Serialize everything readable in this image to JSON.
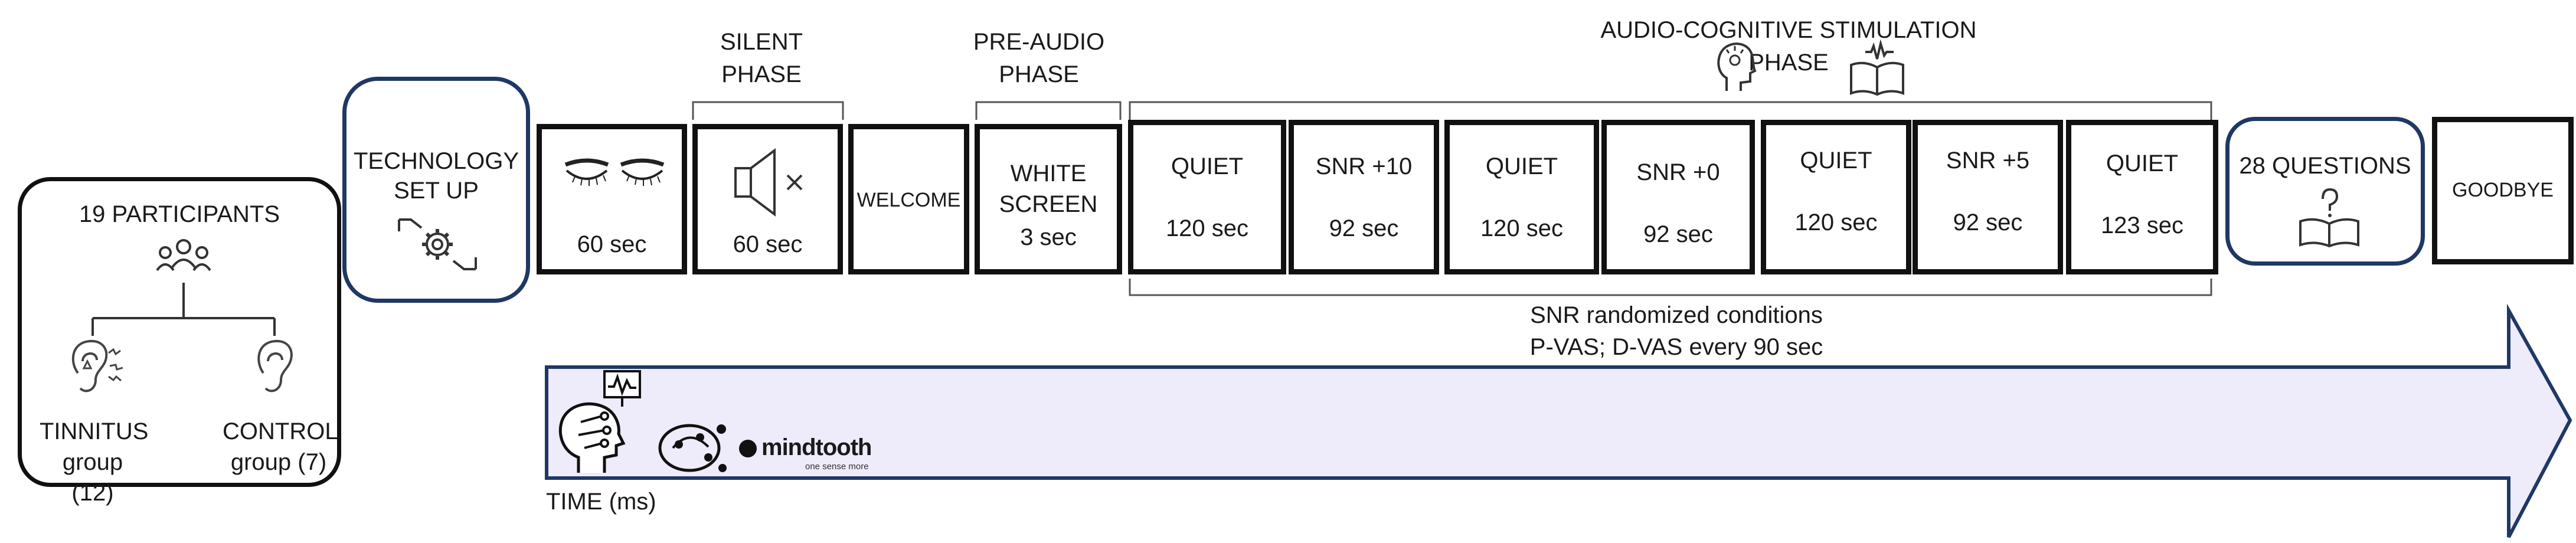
{
  "participants": {
    "title": "19 PARTICIPANTS",
    "tinnitus_label": "TINNITUS",
    "tinnitus_group": "group (12)",
    "control_label": "CONTROL",
    "control_group": "group (7)"
  },
  "setup": {
    "label_line1": "TECHNOLOGY",
    "label_line2": "SET UP"
  },
  "phases": {
    "silent_line1": "SILENT",
    "silent_line2": "PHASE",
    "pre_audio_line1": "PRE-AUDIO",
    "pre_audio_line2": "PHASE",
    "stimulation_line1": "AUDIO-COGNITIVE STIMULATION",
    "stimulation_line2": "PHASE"
  },
  "steps": {
    "eyes_closed_duration": "60 sec",
    "silence_duration": "60 sec",
    "welcome": "WELCOME",
    "white_screen_line1": "WHITE",
    "white_screen_line2": "SCREEN",
    "white_screen_duration": "3 sec",
    "blocks": [
      {
        "label": "QUIET",
        "duration": "120 sec"
      },
      {
        "label": "SNR +10",
        "duration": "92 sec"
      },
      {
        "label": "QUIET",
        "duration": "120 sec"
      },
      {
        "label": "SNR +0",
        "duration": "92 sec"
      },
      {
        "label": "QUIET",
        "duration": "120 sec"
      },
      {
        "label": "SNR +5",
        "duration": "92 sec"
      },
      {
        "label": "QUIET",
        "duration": "123 sec"
      }
    ],
    "questions": "28 QUESTIONS",
    "goodbye": "GOODBYE"
  },
  "notes": {
    "line1": "SNR randomized conditions",
    "line2": "P-VAS; D-VAS every 90 sec"
  },
  "timeline": {
    "axis_label": "TIME (ms)",
    "brand": "mindtooth",
    "brand_tagline": "one sense more"
  },
  "colors": {
    "accent_border": "#1f3864",
    "arrow_fill": "#eeebfa",
    "line": "#111111"
  }
}
